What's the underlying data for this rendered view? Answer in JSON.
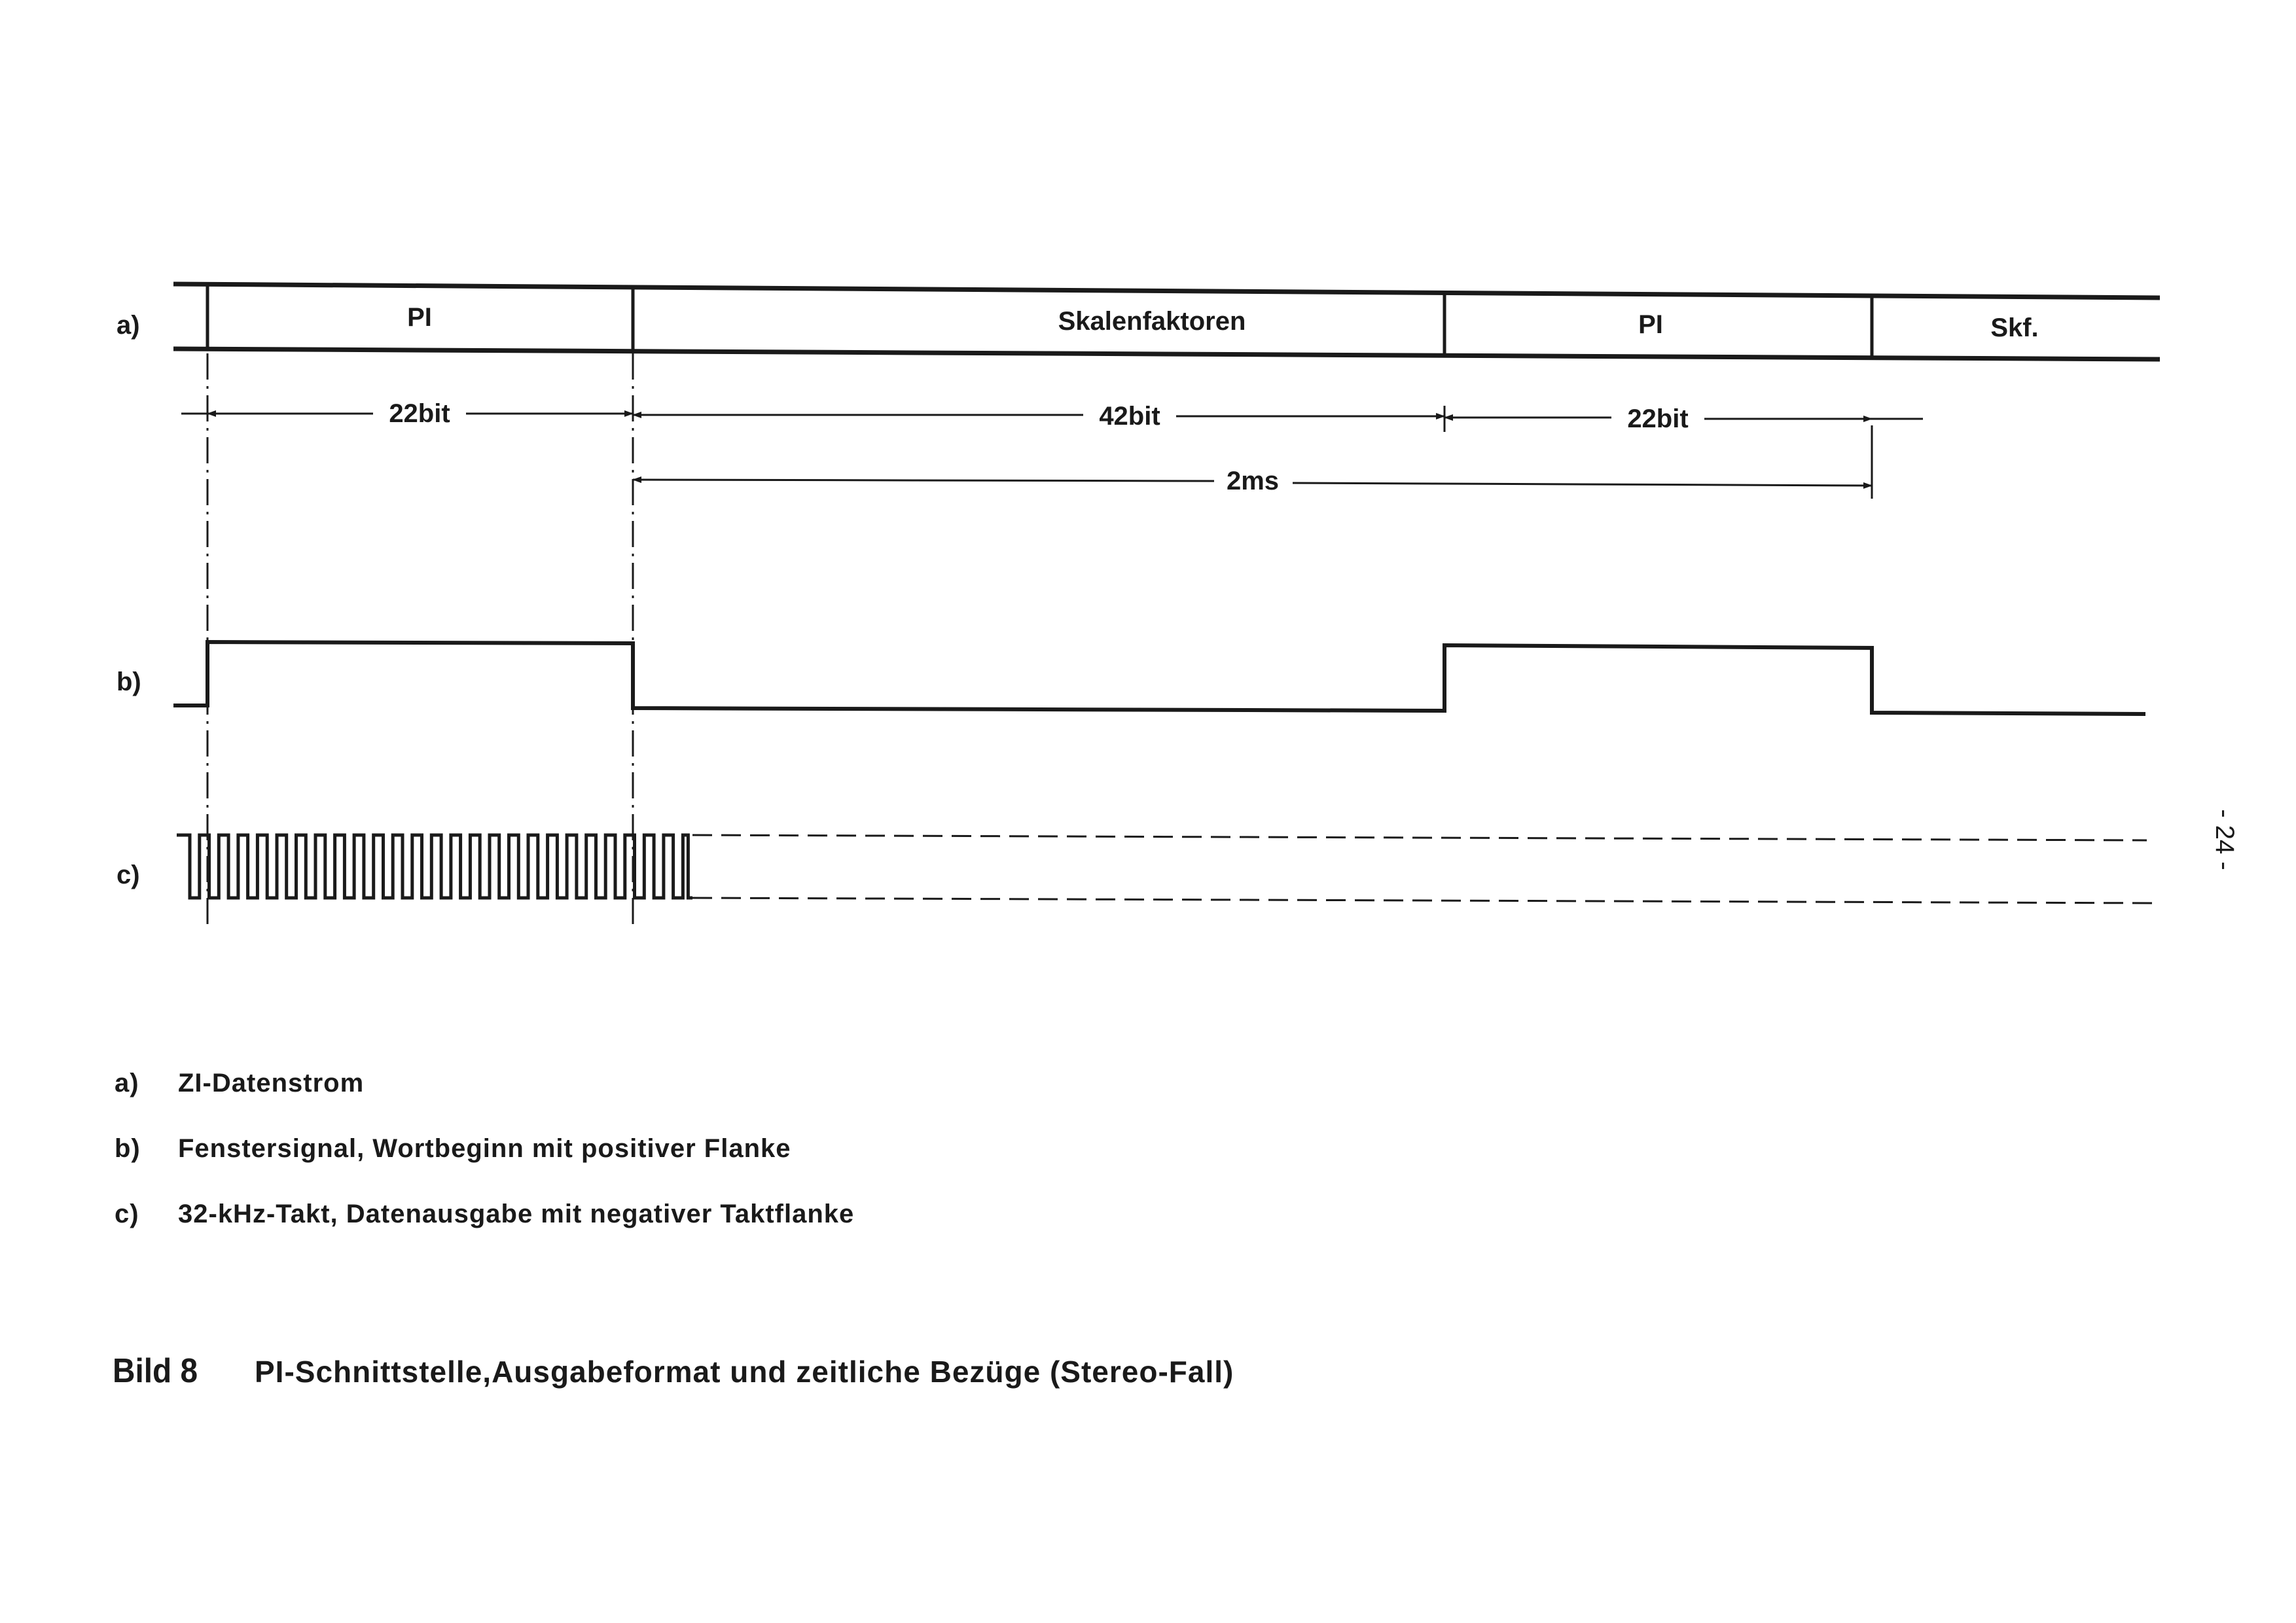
{
  "diagram": {
    "row_labels": {
      "a": "a)",
      "b": "b)",
      "c": "c)"
    },
    "data_stream_fields": [
      "PI",
      "Skalenfaktoren",
      "PI",
      "Skf."
    ],
    "dimensions": {
      "first_pi_bits": "22bit",
      "scale_factor_bits": "42bit",
      "second_pi_bits": "22bit",
      "period": "2ms"
    },
    "field_bit_widths": [
      22,
      42,
      22
    ],
    "window_signal_levels": [
      0,
      1,
      0,
      1,
      0
    ],
    "clock_pulses_drawn": 25
  },
  "legend": [
    {
      "key": "a)",
      "text": "ZI-Datenstrom"
    },
    {
      "key": "b)",
      "text": "Fenstersignal, Wortbeginn mit positiver Flanke"
    },
    {
      "key": "c)",
      "text": "32-kHz-Takt, Datenausgabe mit negativer Taktflanke"
    }
  ],
  "caption": {
    "label": "Bild 8",
    "text": "PI-Schnittstelle,Ausgabeformat und zeitliche Bezüge (Stereo-Fall)"
  },
  "page_number": "- 24 -",
  "colors": {
    "ink": "#1a1a1a",
    "paper": "#ffffff"
  }
}
